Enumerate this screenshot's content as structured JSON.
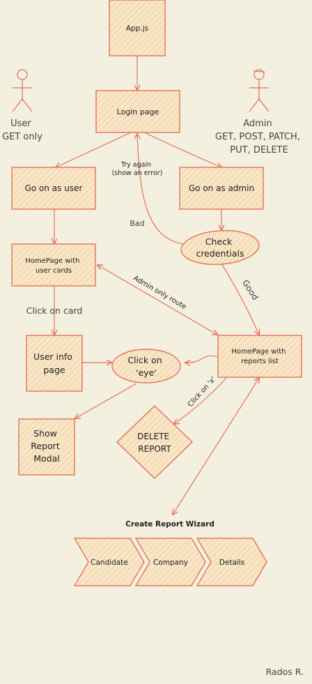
{
  "nodes": {
    "app": "App.js",
    "login": "Login page",
    "go_user": "Go on as user",
    "go_admin": "Go on as admin",
    "check": [
      "Check",
      "credentials"
    ],
    "home_user": [
      "HomePage with",
      "user cards"
    ],
    "home_admin": [
      "HomePage with",
      "reports list"
    ],
    "user_info": [
      "User info",
      "page"
    ],
    "click_eye": [
      "Click on",
      "'eye'"
    ],
    "show_modal": [
      "Show",
      "Report",
      "Modal"
    ],
    "delete_report": [
      "DELETE",
      "REPORT"
    ],
    "wizard_title": "Create Report Wizard",
    "wizard_steps": [
      "Candidate",
      "Company",
      "Details"
    ]
  },
  "actors": {
    "user": [
      "User",
      "GET only"
    ],
    "admin": [
      "Admin",
      "GET, POST, PATCH,",
      "PUT, DELETE"
    ]
  },
  "edge_labels": {
    "try_again": [
      "Try again",
      "(show an error)"
    ],
    "bad": "Bad",
    "good": "Good",
    "admin_only": "Admin only route",
    "click_card": "Click on card",
    "click_x": "Click on 'x'"
  },
  "author": "Rados R.",
  "colors": {
    "accent": "#e2725b",
    "background": "#f4f0df",
    "fill": "#f7e2c3"
  }
}
